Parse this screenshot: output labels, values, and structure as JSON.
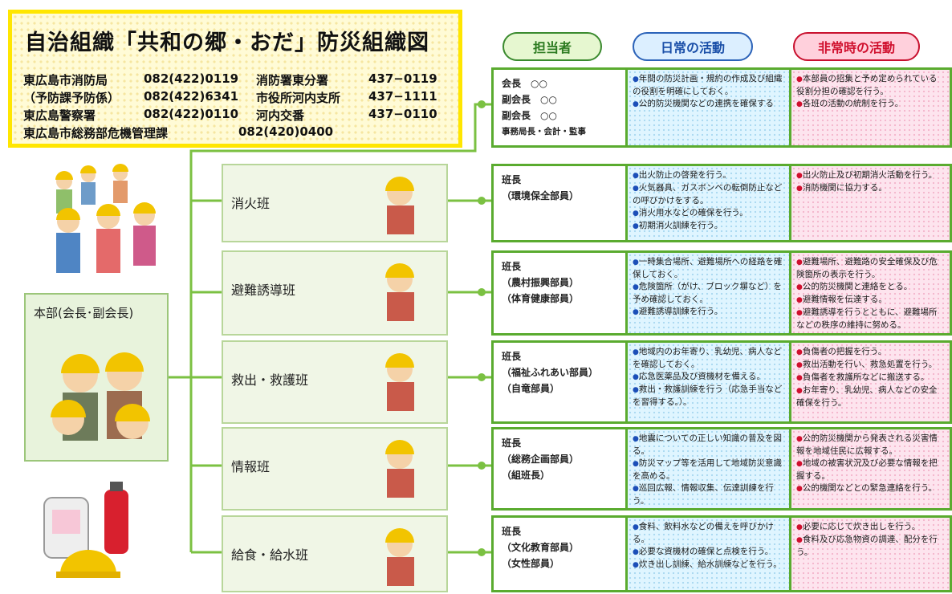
{
  "title_panel": {
    "title": "自治組織「共和の郷・おだ」防災組織図",
    "contacts": [
      {
        "name": "東広島市消防局",
        "phone": "082(422)0119",
        "name2": "消防署東分署",
        "phone2": "437−0119"
      },
      {
        "name": "（予防課予防係）",
        "phone": "082(422)6341",
        "name2": "市役所河内支所",
        "phone2": "437−1111"
      },
      {
        "name": "東広島警察署",
        "phone": "082(422)0110",
        "name2": "河内交番",
        "phone2": "437−0110"
      },
      {
        "name": "東広島市総務部危機管理課",
        "phone": "082(420)0400"
      }
    ]
  },
  "headers": {
    "person": "担当者",
    "daily": "日常の活動",
    "emergency": "非常時の活動"
  },
  "hq": {
    "label": "本部(会長･副会長)"
  },
  "top_row": {
    "persons": [
      "会長　○○",
      "副会長　○○",
      "副会長　○○",
      "事務局長・会計・監事"
    ],
    "daily": [
      "年間の防災計画・規約の作成及び組織の役割を明確にしておく。",
      "公的防災機関などの連携を確保する"
    ],
    "emergency": [
      "本部員の招集と予め定められている役割分担の確認を行う。",
      "各班の活動の統制を行う。"
    ]
  },
  "teams": [
    {
      "name": "消火班",
      "persons": [
        "班長",
        "（環境保全部員）"
      ],
      "daily": [
        "出火防止の啓発を行う。",
        "火気器具、ガスボンベの転倒防止などの呼びかけをする。",
        "消火用水などの確保を行う。",
        "初期消火訓練を行う。"
      ],
      "emergency": [
        "出火防止及び初期消火活動を行う。",
        "消防機関に協力する。"
      ]
    },
    {
      "name": "避難誘導班",
      "persons": [
        "班長",
        "（農村振興部員）",
        "（体育健康部員）"
      ],
      "daily": [
        "一時集合場所、避難場所への経路を確保しておく。",
        "危険箇所（がけ、ブロック塀など）を予め確認しておく。",
        "避難誘導訓練を行う。"
      ],
      "emergency": [
        "避難場所、避難路の安全確保及び危険箇所の表示を行う。",
        "公的防災機関と連絡をとる。",
        "避難情報を伝達する。",
        "避難誘導を行うとともに、避難場所などの秩序の維持に努める。"
      ]
    },
    {
      "name": "救出・救護班",
      "persons": [
        "班長",
        "（福祉ふれあい部員）",
        "（自竜部員）"
      ],
      "daily": [
        "地域内のお年寄り、乳幼児、病人などを確認しておく。",
        "応急医薬品及び資機材を備える。",
        "救出・救護訓練を行う（応急手当などを習得する。）。"
      ],
      "emergency": [
        "負傷者の把握を行う。",
        "救出活動を行い、救急処置を行う。",
        "負傷者を救護所などに搬送する。",
        "お年寄り、乳幼児、病人などの安全確保を行う。"
      ]
    },
    {
      "name": "情報班",
      "persons": [
        "班長",
        "（総務企画部員）",
        "（組班長）"
      ],
      "daily": [
        "地震についての正しい知識の普及を図る。",
        "防災マップ等を活用して地域防災意識を高める。",
        "巡回広報、情報収集、伝達訓練を行う。"
      ],
      "emergency": [
        "公的防災機関から発表される災害情報を地域住民に広報する。",
        "地域の被害状況及び必要な情報を把握する。",
        "公的機関などとの緊急連絡を行う。"
      ]
    },
    {
      "name": "給食・給水班",
      "persons": [
        "班長",
        "（文化教育部員）",
        "（女性部員）"
      ],
      "daily": [
        "食料、飲料水などの備えを呼びかける。",
        "必要な資機材の確保と点検を行う。",
        "炊き出し訓練、給水訓練などを行う。"
      ],
      "emergency": [
        "必要に応じて炊き出しを行う。",
        "食料及び応急物資の調達、配分を行う。"
      ]
    }
  ],
  "colors": {
    "connector": "#7bc142",
    "title_border": "#ffe600",
    "daily_bg": "#dff5ff",
    "emergency_bg": "#fde4ee",
    "bullet_daily": "#1c4fb8",
    "bullet_emergency": "#d0102e"
  }
}
